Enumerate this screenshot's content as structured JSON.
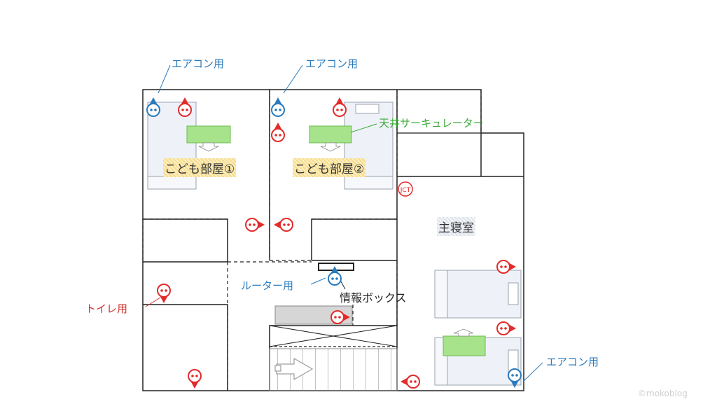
{
  "rooms": {
    "kids1": "こども部屋①",
    "kids2": "こども部屋②",
    "master": "主寝室"
  },
  "annotations": {
    "aircon_1": "エアコン用",
    "aircon_2": "エアコン用",
    "aircon_3": "エアコン用",
    "circulator": "天井サーキュレーター",
    "router": "ルーター用",
    "info_box": "情報ボックス",
    "toilet": "トイレ用"
  },
  "jct_label": "JCT",
  "watermark": "©mokoblog",
  "colors": {
    "wall": "#222222",
    "outlet_red": "#e32b2b",
    "outlet_blue": "#2a7bbd",
    "note_blue": "#2a7bbd",
    "note_red": "#d0312d",
    "note_green": "#3aa836",
    "circulator_fill": "#a6e38b",
    "bed_fill": "#eef2f8",
    "bed_stroke": "#9aa3ad"
  }
}
